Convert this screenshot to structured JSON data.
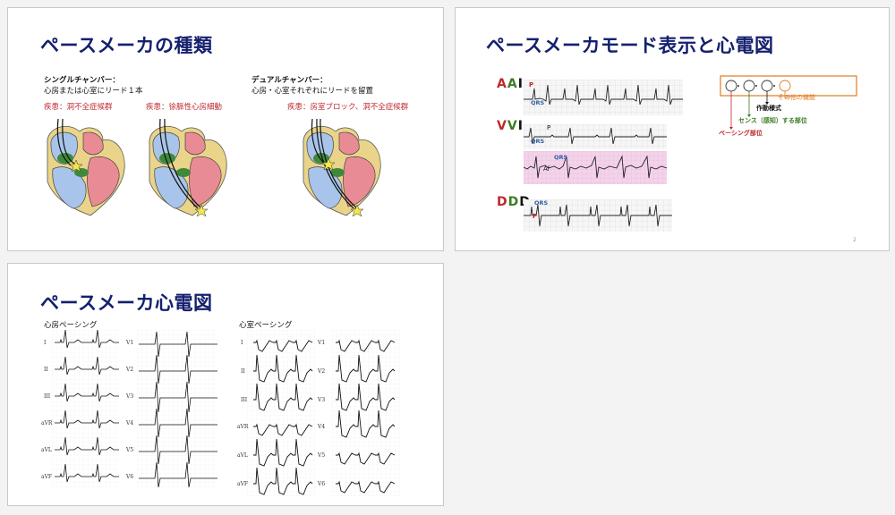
{
  "slide1": {
    "title": "ペースメーカの種類",
    "single_heading": "シングルチャンバー：",
    "single_desc": "心房または心室にリード１本",
    "dual_heading": "デュアルチャンバー：",
    "dual_desc": "心房・心室それぞれにリードを留置",
    "disease_1": "疾患：洞不全症候群",
    "disease_2": "疾患：徐脈性心房細動",
    "disease_3": "疾患：房室ブロック、洞不全症候群"
  },
  "slide2": {
    "title": "ペースメーカモード表示と心電図",
    "modes": [
      {
        "letters": [
          "A",
          "A",
          "I"
        ]
      },
      {
        "letters": [
          "V",
          "V",
          "I"
        ]
      },
      {
        "letters": [
          "D",
          "D",
          "D"
        ]
      }
    ],
    "ecg_labels": {
      "p": "P",
      "qrs": "QRS",
      "af": "Af"
    },
    "legend": {
      "other": "その他の機能",
      "operation": "作動様式",
      "sense": "センス（感知）する部位",
      "pacing": "ペーシング部位"
    },
    "page_number": "2",
    "colors": {
      "red": "#c0272d",
      "green": "#3a7d22",
      "blue": "#2f5fa7",
      "orange": "#e07b22",
      "pink_bg": "#f3d3ea"
    }
  },
  "slide3": {
    "title": "ペースメーカ心電図",
    "atrial_label": "心房ペーシング",
    "ventricular_label": "心室ペーシング",
    "limb_leads": [
      "I",
      "II",
      "III",
      "aVR",
      "aVL",
      "aVF"
    ],
    "chest_leads": [
      "V1",
      "V2",
      "V3",
      "V4",
      "V5",
      "V6"
    ]
  }
}
